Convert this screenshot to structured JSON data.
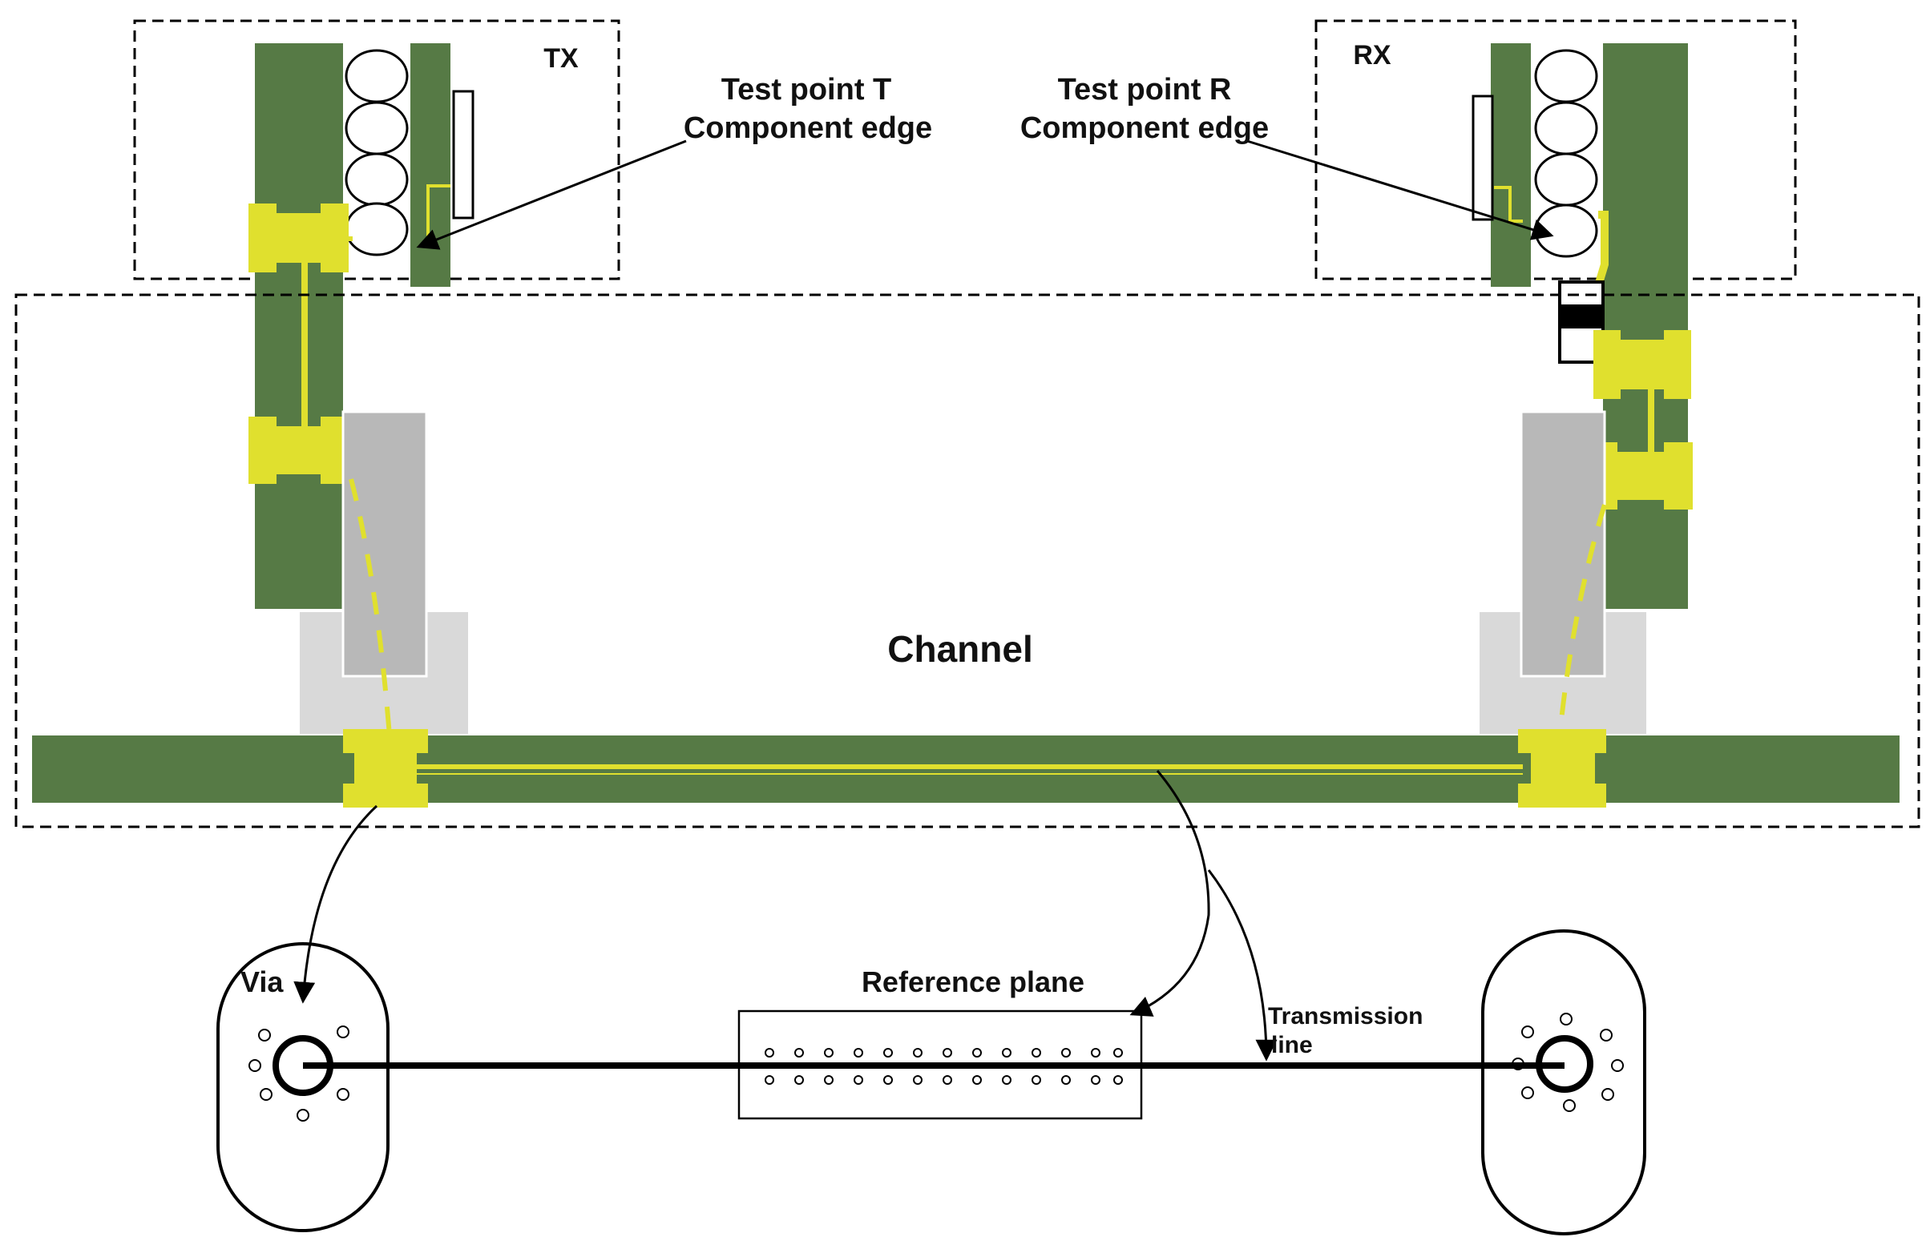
{
  "labels": {
    "tx": "TX",
    "rx": "RX",
    "test_point_t": "Test point T",
    "test_point_r": "Test point R",
    "component_edge_t": "Component edge",
    "component_edge_r": "Component edge",
    "channel": "Channel",
    "via": "Via",
    "reference_plane": "Reference plane",
    "transmission_line_1": "Transmission",
    "transmission_line_2": "line"
  },
  "colors": {
    "pcb_green": "#567a45",
    "pad_yellow": "#e0e02e",
    "connector_dark_gray": "#b8b8b8",
    "connector_light_gray": "#d9d9d9",
    "outline": "#000000"
  }
}
